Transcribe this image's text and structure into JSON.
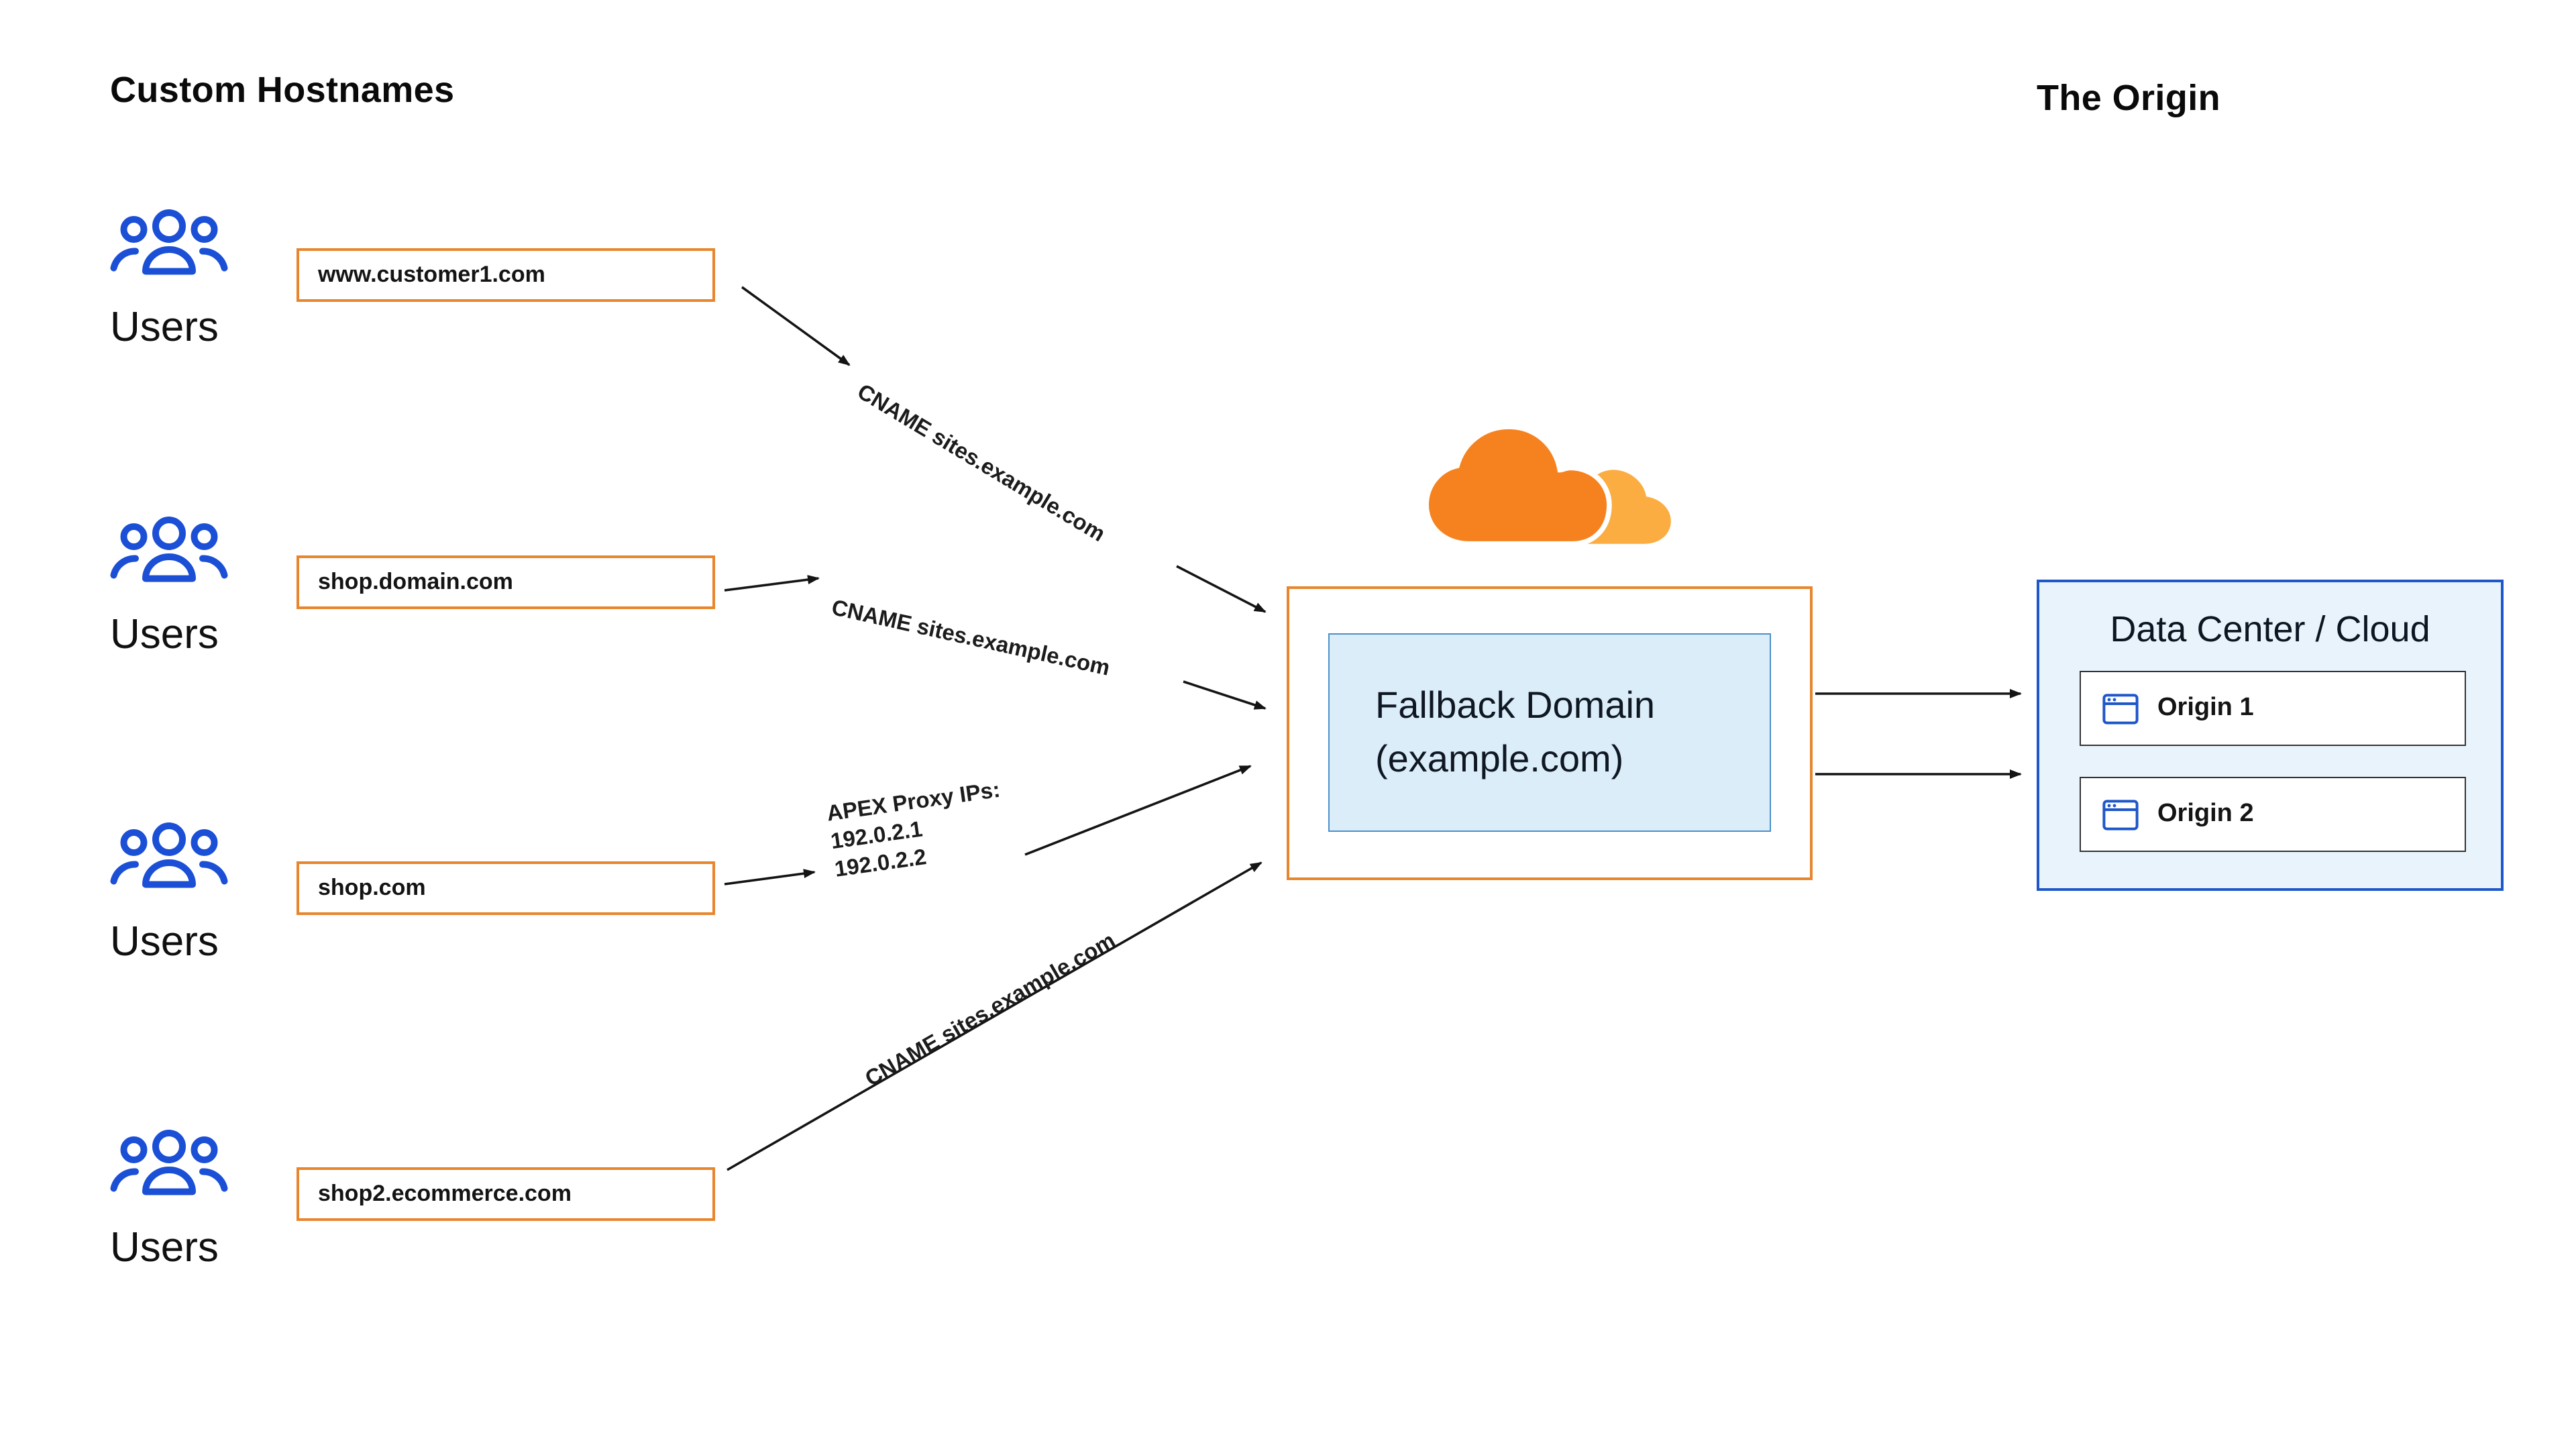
{
  "headings": {
    "custom_hostnames": "Custom Hostnames",
    "the_origin": "The Origin"
  },
  "users_label": "Users",
  "hostnames": [
    "www.customer1.com",
    "shop.domain.com",
    "shop.com",
    "shop2.ecommerce.com"
  ],
  "edge_labels": {
    "cname_1": "CNAME sites.example.com",
    "cname_2": "CNAME sites.example.com",
    "apex_title": "APEX Proxy IPs:",
    "apex_ip_1": "192.0.2.1",
    "apex_ip_2": "192.0.2.2",
    "cname_3": "CNAME sites.example.com"
  },
  "fallback": {
    "line1": "Fallback Domain",
    "line2": "(example.com)"
  },
  "origin_panel": {
    "title": "Data Center / Cloud",
    "items": [
      "Origin 1",
      "Origin 2"
    ]
  },
  "colors": {
    "orange_border": "#E8862D",
    "cloudflare_orange": "#F6821F",
    "cloudflare_light_orange": "#FBAD41",
    "users_blue": "#1A4FD6",
    "fallback_fill": "#DBEDF9",
    "fallback_border": "#4A90C9",
    "origin_panel_fill": "#E8F3FB",
    "origin_panel_border": "#1E57C9",
    "arrow": "#141414"
  }
}
